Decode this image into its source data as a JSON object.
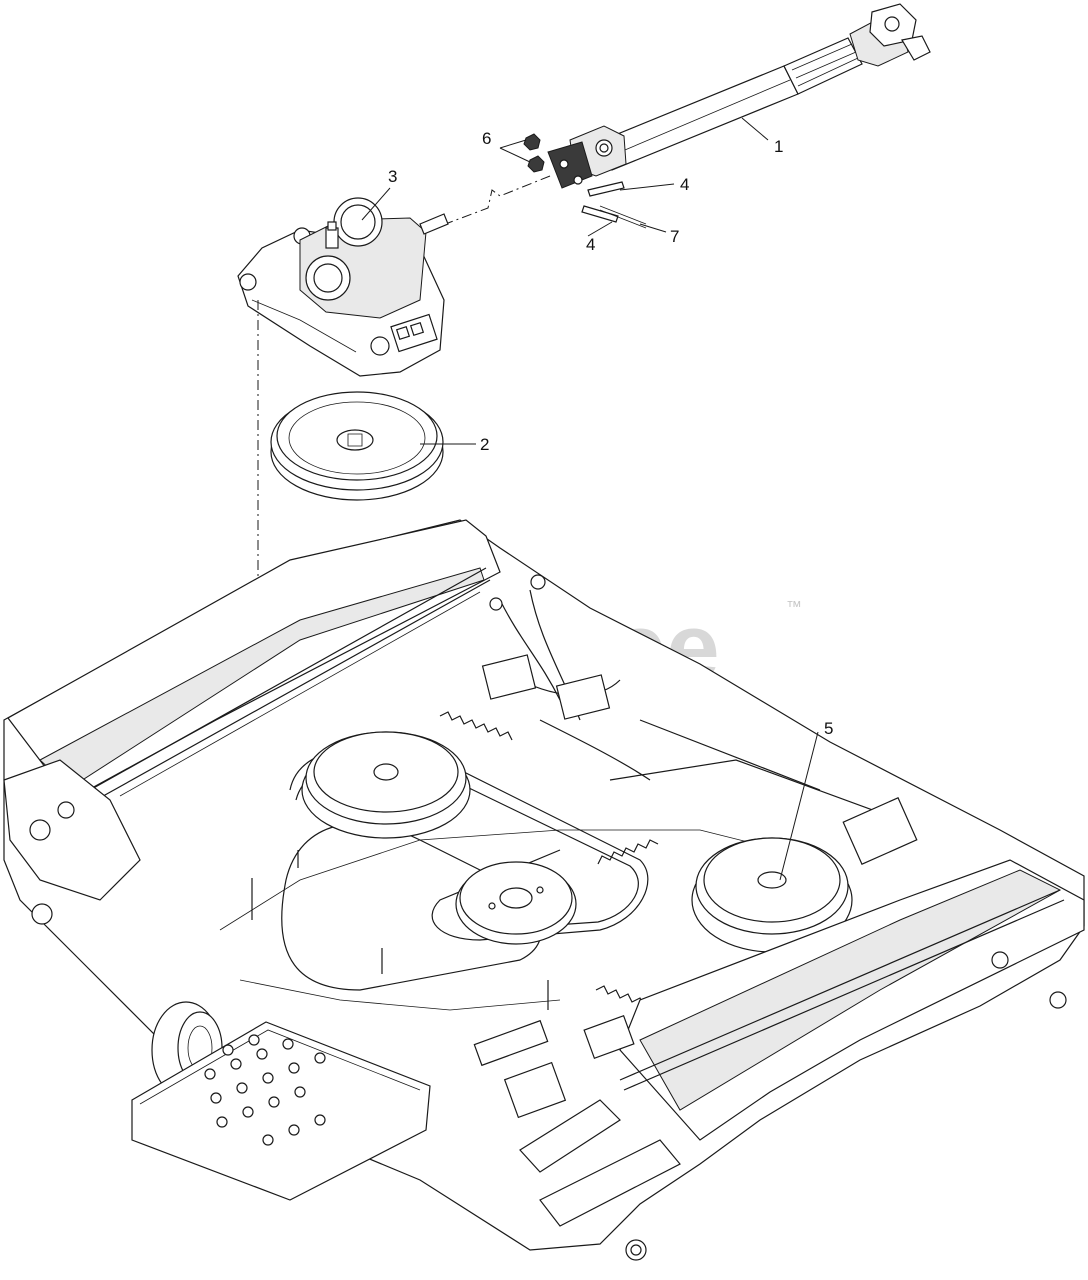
{
  "watermark": {
    "text": "PartsTree",
    "trademark": "™"
  },
  "callouts": [
    {
      "id": "1",
      "label": "1"
    },
    {
      "id": "2",
      "label": "2"
    },
    {
      "id": "3",
      "label": "3"
    },
    {
      "id": "4a",
      "label": "4"
    },
    {
      "id": "4b",
      "label": "4"
    },
    {
      "id": "5",
      "label": "5"
    },
    {
      "id": "6",
      "label": "6"
    },
    {
      "id": "7",
      "label": "7"
    }
  ],
  "parts": [
    {
      "ref": "1",
      "icon": "drive-shaft-icon"
    },
    {
      "ref": "2",
      "icon": "pulley-icon"
    },
    {
      "ref": "3",
      "icon": "gearbox-icon"
    },
    {
      "ref": "4",
      "icon": "pin-icon"
    },
    {
      "ref": "5",
      "icon": "mower-deck-icon"
    },
    {
      "ref": "6",
      "icon": "nut-icon"
    },
    {
      "ref": "7",
      "icon": "cotter-pin-icon"
    }
  ]
}
